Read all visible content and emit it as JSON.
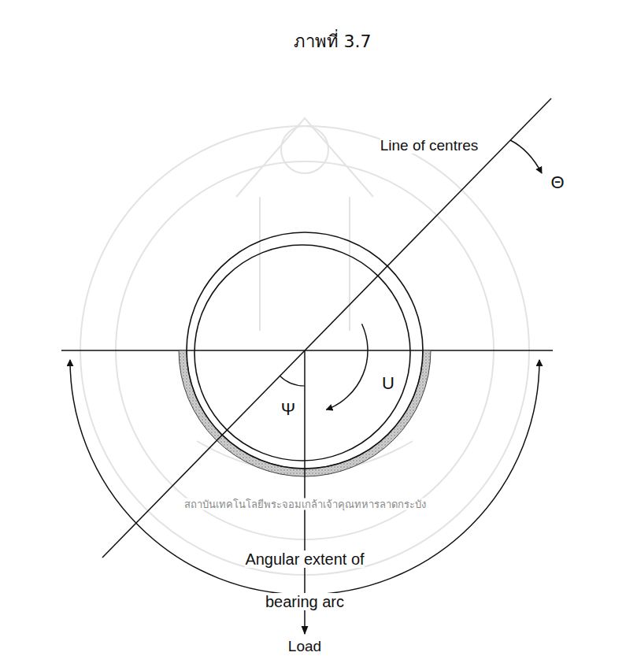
{
  "diagram": {
    "title": "ภาพที่ 3.7",
    "labels": [
      "Line of centres",
      "Θ",
      "Ψ",
      "U",
      "Angular extent of bearing arc",
      "Load",
      "สถาบันเทคโนโลยีพระจอมเกล้าเจ้าคุณทหารลาดกระบัง"
    ]
  }
}
